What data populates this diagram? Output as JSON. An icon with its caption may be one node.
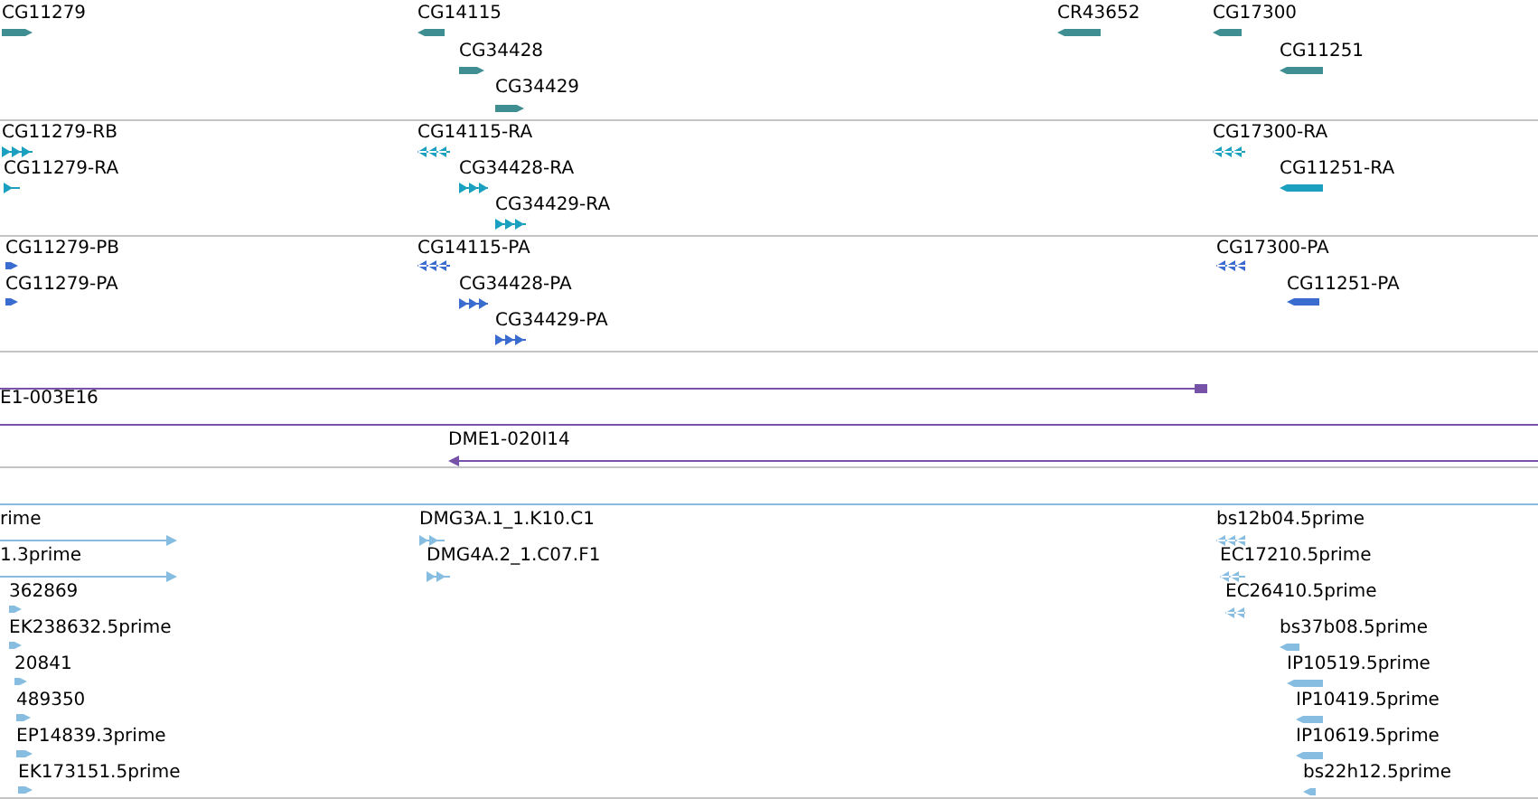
{
  "diagram": {
    "nodes": [
      {
        "text": [
          "CG11279"
        ]
      },
      {
        "text": [
          "CG14115"
        ]
      },
      {
        "text": [
          "CR43652"
        ]
      },
      {
        "text": [
          "CG17300"
        ]
      },
      {
        "text": [
          "CG34428"
        ]
      },
      {
        "text": [
          "CG11251"
        ]
      },
      {
        "text": [
          "CG34429"
        ]
      },
      {
        "text": [
          "CG11279-RB"
        ]
      },
      {
        "text": [
          "CG14115-RA"
        ]
      },
      {
        "text": [
          "CG17300-RA"
        ]
      },
      {
        "text": [
          "CG11279-RA"
        ]
      },
      {
        "text": [
          "CG34428-RA"
        ]
      },
      {
        "text": [
          "CG11251-RA"
        ]
      },
      {
        "text": [
          "CG34429-RA"
        ]
      },
      {
        "text": [
          "CG11279-PB"
        ]
      },
      {
        "text": [
          "CG14115-PA"
        ]
      },
      {
        "text": [
          "CG17300-PA"
        ]
      },
      {
        "text": [
          "CG11279-PA"
        ]
      },
      {
        "text": [
          "CG34428-PA"
        ]
      },
      {
        "text": [
          "CG11251-PA"
        ]
      },
      {
        "text": [
          "CG34429-PA"
        ]
      },
      {
        "text": [],
        "shape": "line"
      },
      {
        "text": [
          "E1-003E16"
        ]
      },
      {
        "text": [
          "DME1-020I14"
        ]
      },
      {
        "text": [],
        "shape": "line"
      },
      {
        "text": [
          "rime"
        ]
      },
      {
        "text": [
          "DMG3A.1_1.K10.C1"
        ]
      },
      {
        "text": [
          "bs12b04.5prime"
        ]
      },
      {
        "text": [
          "1.3prime"
        ]
      },
      {
        "text": [
          "DMG4A.2_1.C07.F1"
        ]
      },
      {
        "text": [
          "EC17210.5prime"
        ]
      },
      {
        "text": [
          "362869"
        ]
      },
      {
        "text": [
          "EC26410.5prime"
        ]
      },
      {
        "text": [
          "EK238632.5prime"
        ]
      },
      {
        "text": [
          "bs37b08.5prime"
        ]
      },
      {
        "text": [
          "20841"
        ]
      },
      {
        "text": [
          "IP10519.5prime"
        ]
      },
      {
        "text": [
          "489350"
        ]
      },
      {
        "text": [
          "IP10419.5prime"
        ]
      },
      {
        "text": [
          "EP14839.3prime"
        ]
      },
      {
        "text": [
          "IP10619.5prime"
        ]
      },
      {
        "text": [
          "EK173151.5prime"
        ]
      },
      {
        "text": [
          "bs22h12.5prime"
        ]
      }
    ]
  }
}
